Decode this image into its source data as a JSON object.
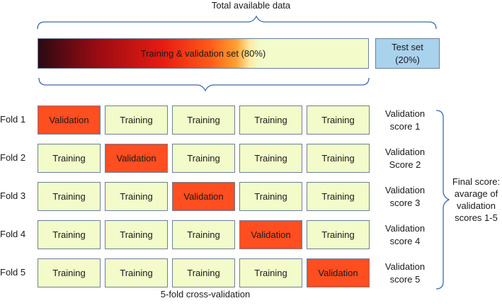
{
  "title": "Total available data",
  "trainval_label": "Training & validation set (80%)",
  "test_label_line1": "Test set",
  "test_label_line2": "(20%)",
  "cv_label": "5-fold cross-validation",
  "final_score": [
    "Final score:",
    "avarage of",
    "validation",
    "scores 1-5"
  ],
  "colors": {
    "training": "#f2fbc9",
    "validation": "#ff4e1f",
    "test": "#a9d2ec",
    "border": "#6e7f97",
    "brace": "#3d6aa8"
  },
  "folds": [
    {
      "label": "Fold 1",
      "cells": [
        "Validation",
        "Training",
        "Training",
        "Training",
        "Training"
      ],
      "score1": "Validation",
      "score2": "score 1"
    },
    {
      "label": "Fold 2",
      "cells": [
        "Training",
        "Validation",
        "Training",
        "Training",
        "Training"
      ],
      "score1": "Validation",
      "score2": "Score 2"
    },
    {
      "label": "Fold 3",
      "cells": [
        "Training",
        "Training",
        "Validation",
        "Training",
        "Training"
      ],
      "score1": "Validation",
      "score2": "score 3"
    },
    {
      "label": "Fold 4",
      "cells": [
        "Training",
        "Training",
        "Training",
        "Validation",
        "Training"
      ],
      "score1": "Validation",
      "score2": "score 4"
    },
    {
      "label": "Fold 5",
      "cells": [
        "Training",
        "Training",
        "Training",
        "Training",
        "Validation"
      ],
      "score1": "Validation",
      "score2": "score 5"
    }
  ]
}
